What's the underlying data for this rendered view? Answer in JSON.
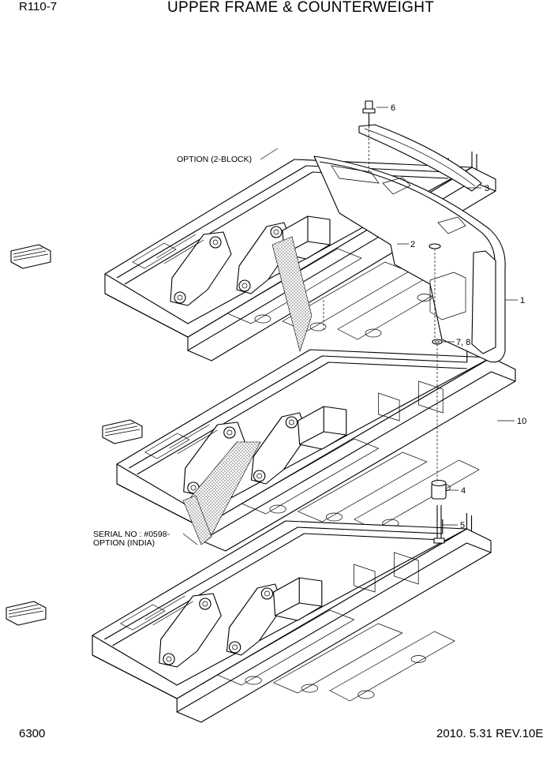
{
  "header": {
    "model": "R110-7",
    "title": "UPPER FRAME & COUNTERWEIGHT"
  },
  "footer": {
    "page": "6300",
    "revision": "2010. 5.31  REV.10E"
  },
  "notes": {
    "option_2block": "OPTION (2-BLOCK)",
    "serial_no": "SERIAL NO : #0598-",
    "option_india": "OPTION (INDIA)"
  },
  "callouts": [
    "6",
    "3",
    "2",
    "1",
    "7, 8",
    "10",
    "4",
    "5"
  ]
}
